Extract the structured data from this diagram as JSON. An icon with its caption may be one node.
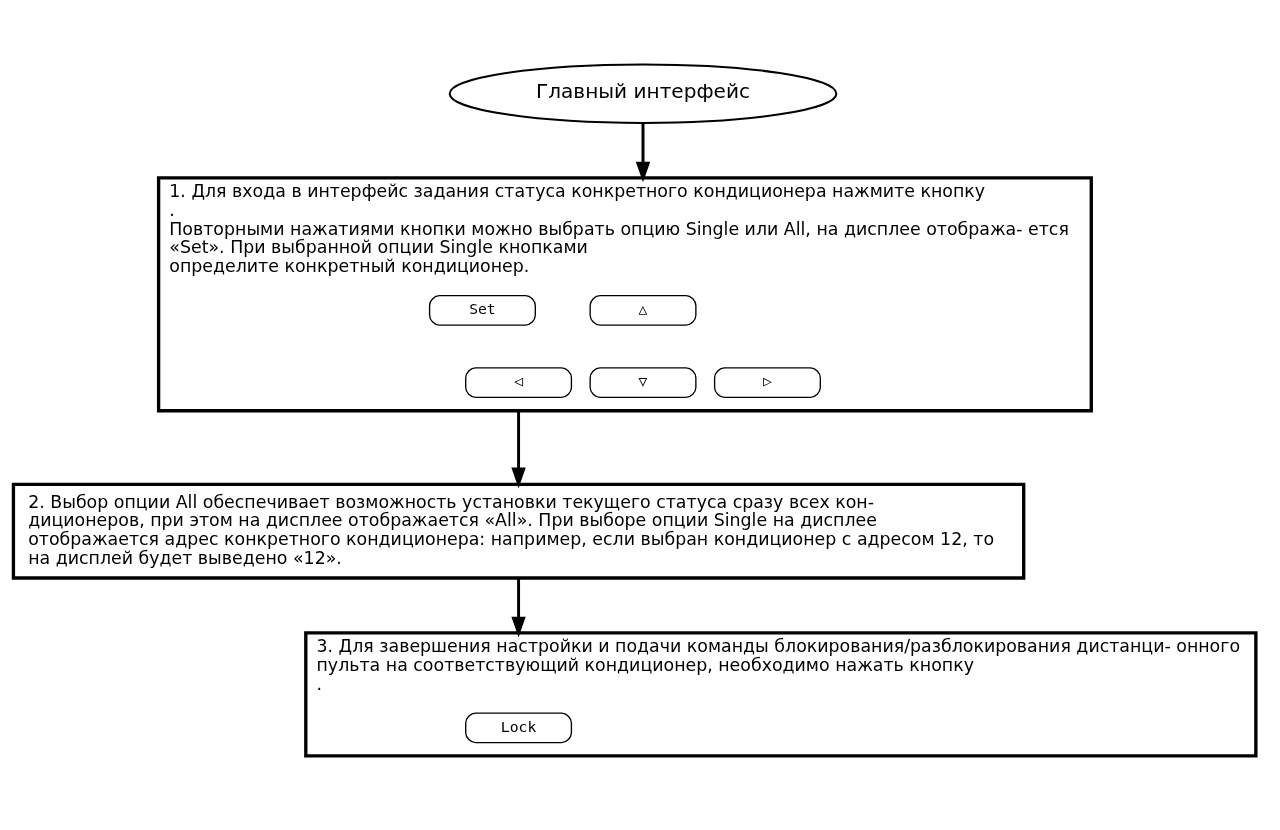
{
  "diagram": {
    "nodes": [
      {
        "text": [
          "Главный интерфейс"
        ]
      },
      {
        "text": [
          "1. Для входа в интерфейс задания статуса конкретного кондиционера нажмите кнопку",
          ".",
          "Повторными нажатиями кнопки можно выбрать опцию Single или All, на дисплее отобража- ется «Set». При выбранной опции Single кнопками",
          "определите конкретный кондиционер."
        ]
      },
      {
        "text": [
          "Set"
        ],
        "in": 1
      },
      {
        "text": [
          "△"
        ],
        "in": 1
      },
      {
        "text": [
          "◁"
        ],
        "in": 1
      },
      {
        "text": [
          "▽"
        ],
        "in": 1
      },
      {
        "text": [
          "▷"
        ],
        "in": 1
      },
      {
        "text": [
          "2. Выбор опции All обеспечивает возможность установки текущего статуса сразу всех кон- диционеров, при этом на дисплее отображается «All». При выборе опции Single на дисплее отображается адрес конкретного кондиционера: например, если выбран кондиционер с адресом 12, то на дисплей будет выведено «12»."
        ]
      },
      {
        "text": [
          "3. Для завершения настройки и подачи команды блокирования/разблокирования дистанци- онного пульта на соответствующий кондиционер, необходимо нажать кнопку",
          "."
        ]
      },
      {
        "text": [
          "Lock"
        ],
        "in": 8
      }
    ],
    "edges": [
      {
        "from": 0,
        "to": 1,
        "arrow": "to"
      },
      {
        "from": 1,
        "to": 7,
        "arrow": "to"
      },
      {
        "from": 7,
        "to": 8,
        "arrow": "to"
      }
    ]
  }
}
